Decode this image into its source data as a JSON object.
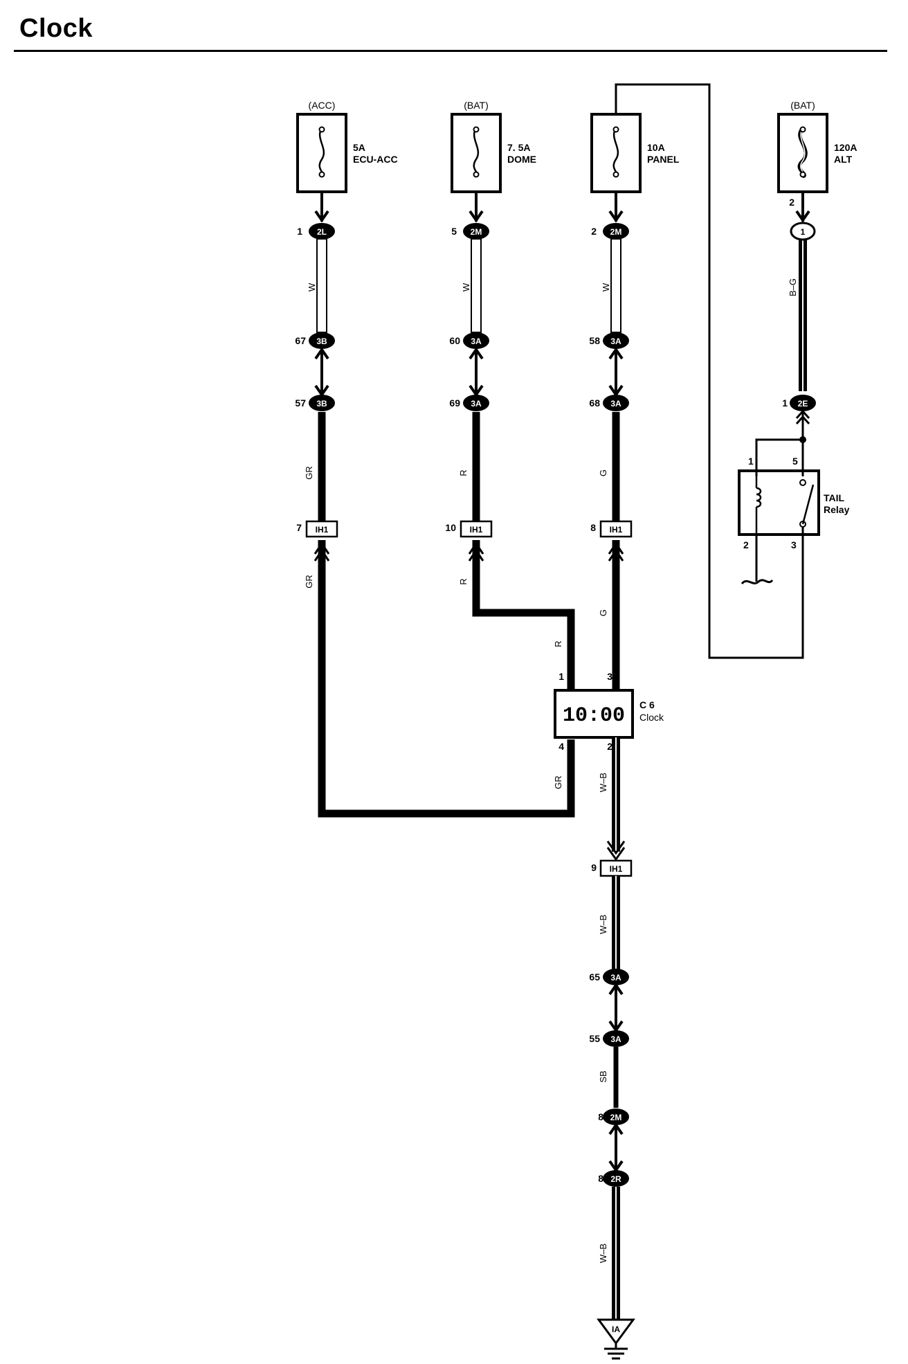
{
  "title": "Clock",
  "fuses": [
    {
      "source": "(ACC)",
      "rating": "5A",
      "name": "ECU-ACC"
    },
    {
      "source": "(BAT)",
      "rating": "7. 5A",
      "name": "DOME"
    },
    {
      "source": "",
      "rating": "10A",
      "name": "PANEL"
    },
    {
      "source": "(BAT)",
      "rating": "120A",
      "name": "ALT"
    }
  ],
  "columns": [
    {
      "top_conn": {
        "pin": "1",
        "id": "2L"
      },
      "wire1": "W",
      "mid_conn1": {
        "pin": "67",
        "id": "3B"
      },
      "mid_conn2": {
        "pin": "57",
        "id": "3B"
      },
      "wire2": "GR",
      "junction": {
        "pin": "7",
        "id": "IH1"
      },
      "wire3": "GR"
    },
    {
      "top_conn": {
        "pin": "5",
        "id": "2M"
      },
      "wire1": "W",
      "mid_conn1": {
        "pin": "60",
        "id": "3A"
      },
      "mid_conn2": {
        "pin": "69",
        "id": "3A"
      },
      "wire2": "R",
      "junction": {
        "pin": "10",
        "id": "IH1"
      },
      "wire3": "R"
    },
    {
      "top_conn": {
        "pin": "2",
        "id": "2M"
      },
      "wire1": "W",
      "mid_conn1": {
        "pin": "58",
        "id": "3A"
      },
      "mid_conn2": {
        "pin": "68",
        "id": "3A"
      },
      "wire2": "G",
      "junction": {
        "pin": "8",
        "id": "IH1"
      },
      "wire3": "G"
    }
  ],
  "alt_branch": {
    "fuse_pin": "2",
    "top_conn": {
      "pin": "",
      "id": "1"
    },
    "wire": "B–G",
    "conn": {
      "pin": "1",
      "id": "2E"
    }
  },
  "relay": {
    "name_line1": "TAIL",
    "name_line2": "Relay",
    "pins": [
      "1",
      "5",
      "2",
      "3"
    ]
  },
  "clock": {
    "display": "10:00",
    "code": "C 6",
    "name": "Clock",
    "pins": {
      "p1": "1",
      "p3": "3",
      "p4": "4",
      "p2": "2"
    },
    "wire_in_r": "R",
    "wire_out_gr": "GR",
    "wire_out_wb": "W–B"
  },
  "ground_path": [
    {
      "pin": "9",
      "id": "IH1",
      "type": "junction"
    },
    {
      "wire": "W–B"
    },
    {
      "pin": "65",
      "id": "3A"
    },
    {
      "pin": "55",
      "id": "3A"
    },
    {
      "wire": "SB"
    },
    {
      "pin": "8",
      "id": "2M"
    },
    {
      "pin": "8",
      "id": "2R"
    },
    {
      "wire": "W–B"
    },
    {
      "ground": "IA"
    }
  ]
}
